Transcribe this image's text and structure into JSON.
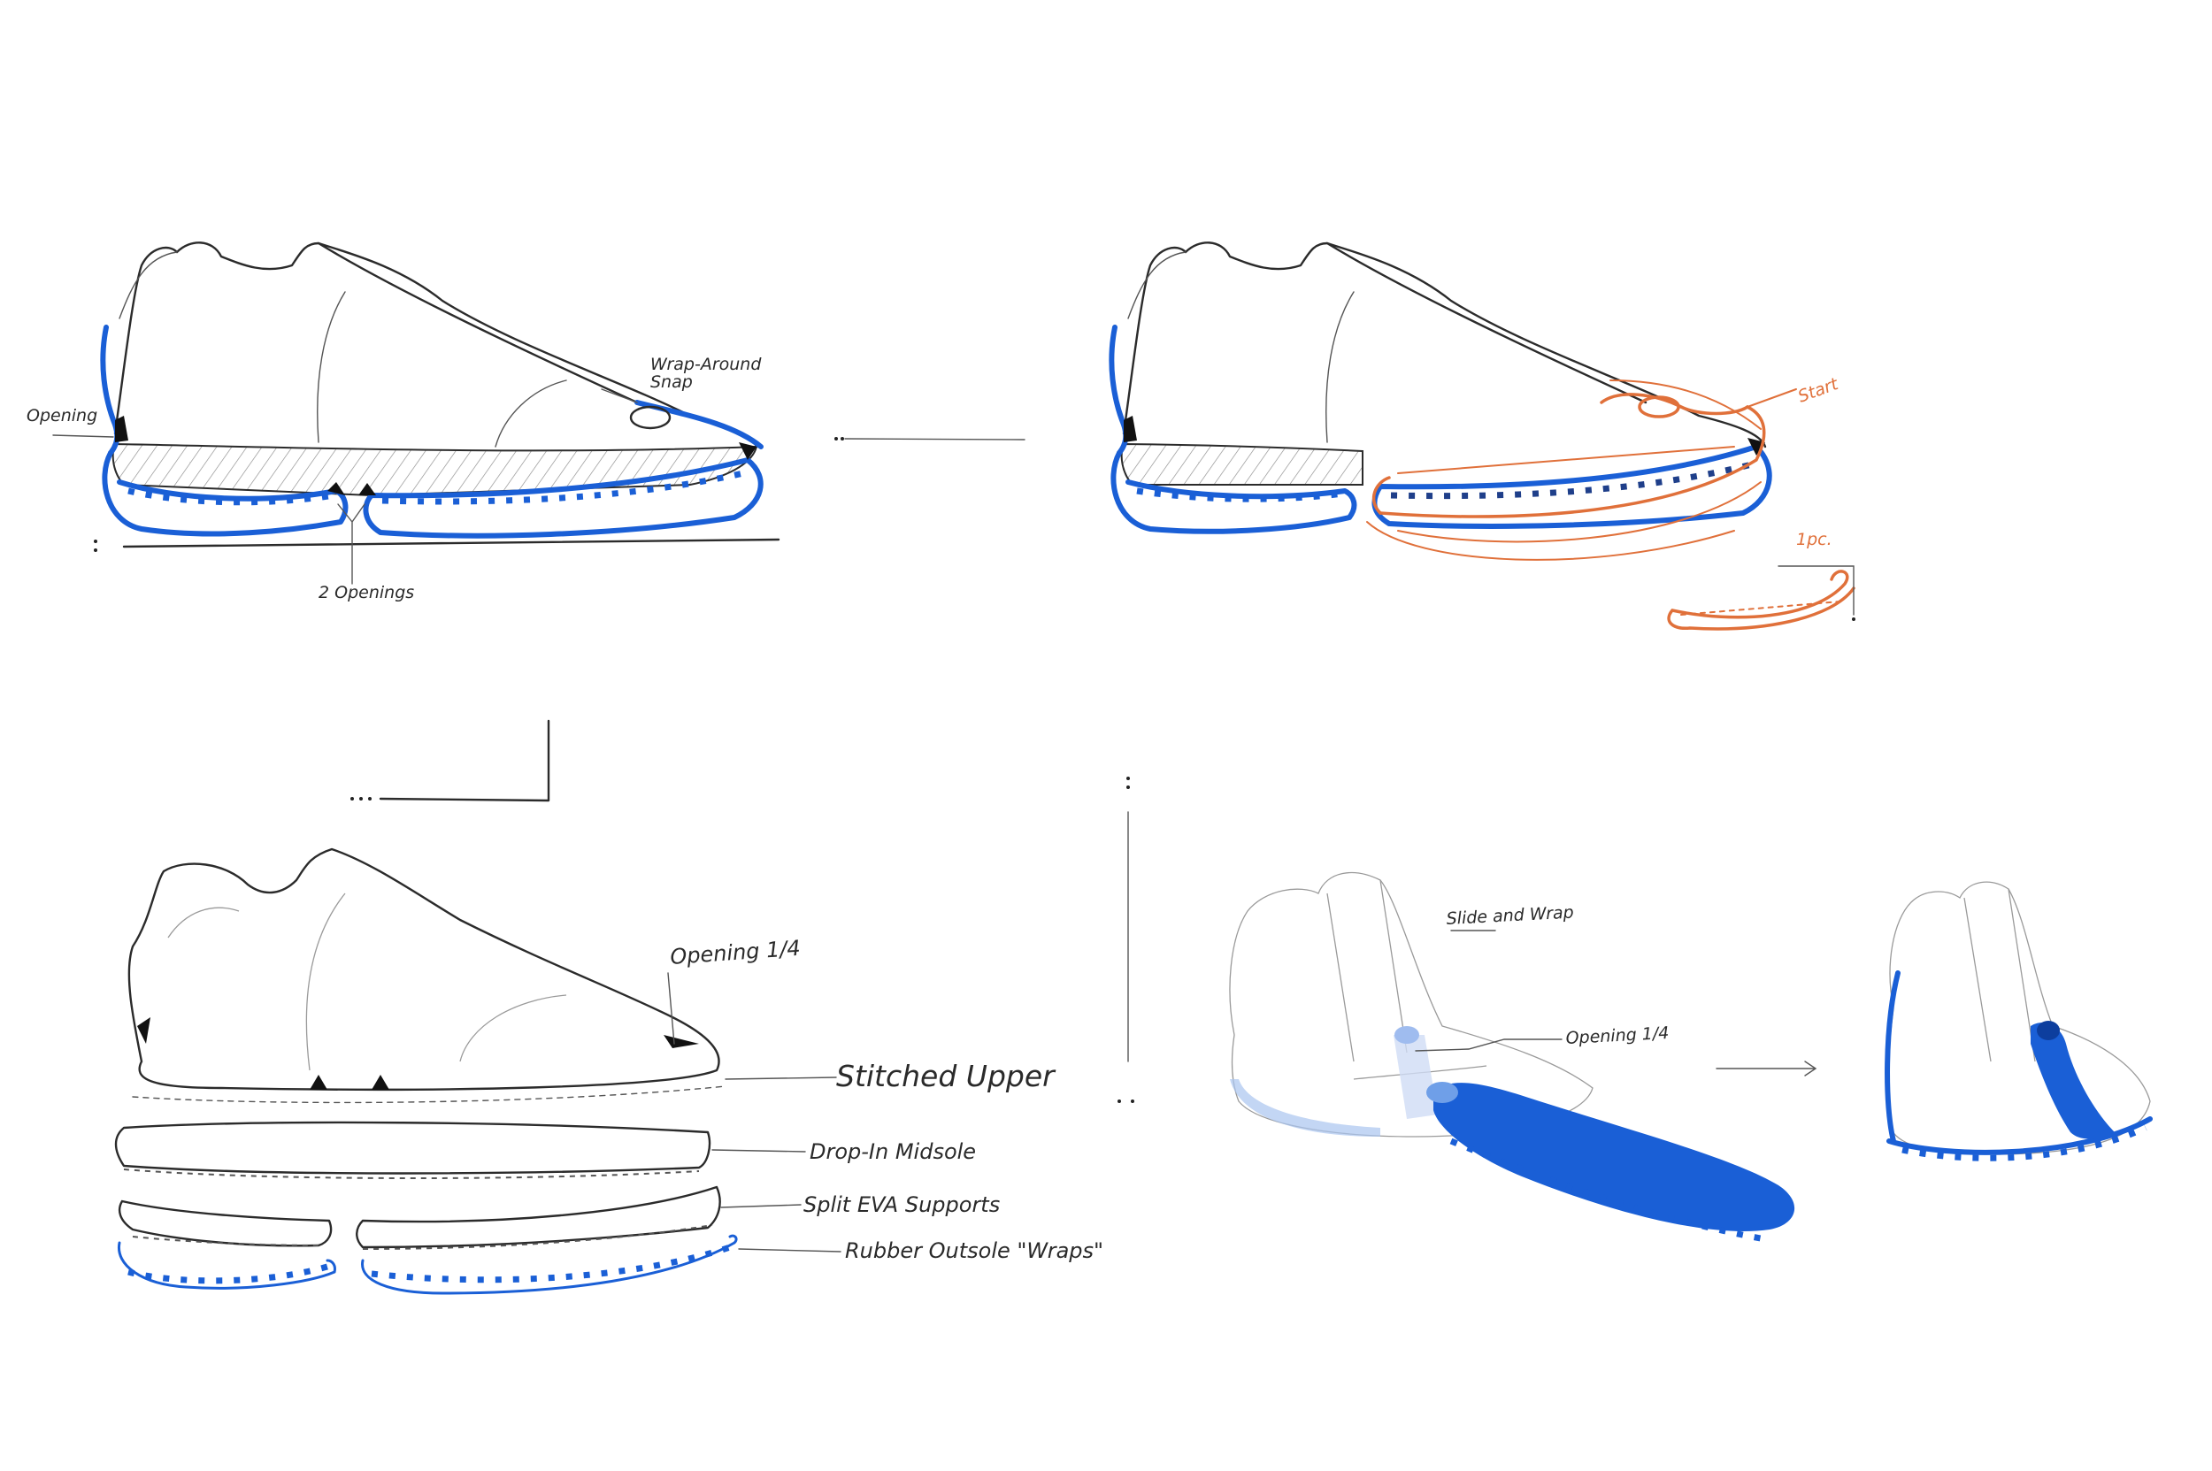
{
  "colors": {
    "ink": "#2b2b2b",
    "accent_blue": "#1a5fd6",
    "accent_orange": "#e0703a",
    "background": "#ffffff"
  },
  "panel_top_left": {
    "label_opening": "Opening",
    "label_wrap_snap_line1": "Wrap-Around",
    "label_wrap_snap_line2": "Snap",
    "label_two_openings": "2 Openings"
  },
  "panel_top_right": {
    "label_start": "Start",
    "label_one_piece": "1pc."
  },
  "panel_bottom_left": {
    "label_opening_quarter": "Opening 1/4",
    "label_stitched_upper": "Stitched Upper",
    "label_drop_in_midsole": "Drop-In Midsole",
    "label_split_eva": "Split EVA Supports",
    "label_rubber_outsole": "Rubber Outsole \"Wraps\""
  },
  "panel_bottom_right": {
    "label_slide_and_wrap": "Slide and Wrap",
    "label_opening_quarter": "Opening 1/4"
  }
}
